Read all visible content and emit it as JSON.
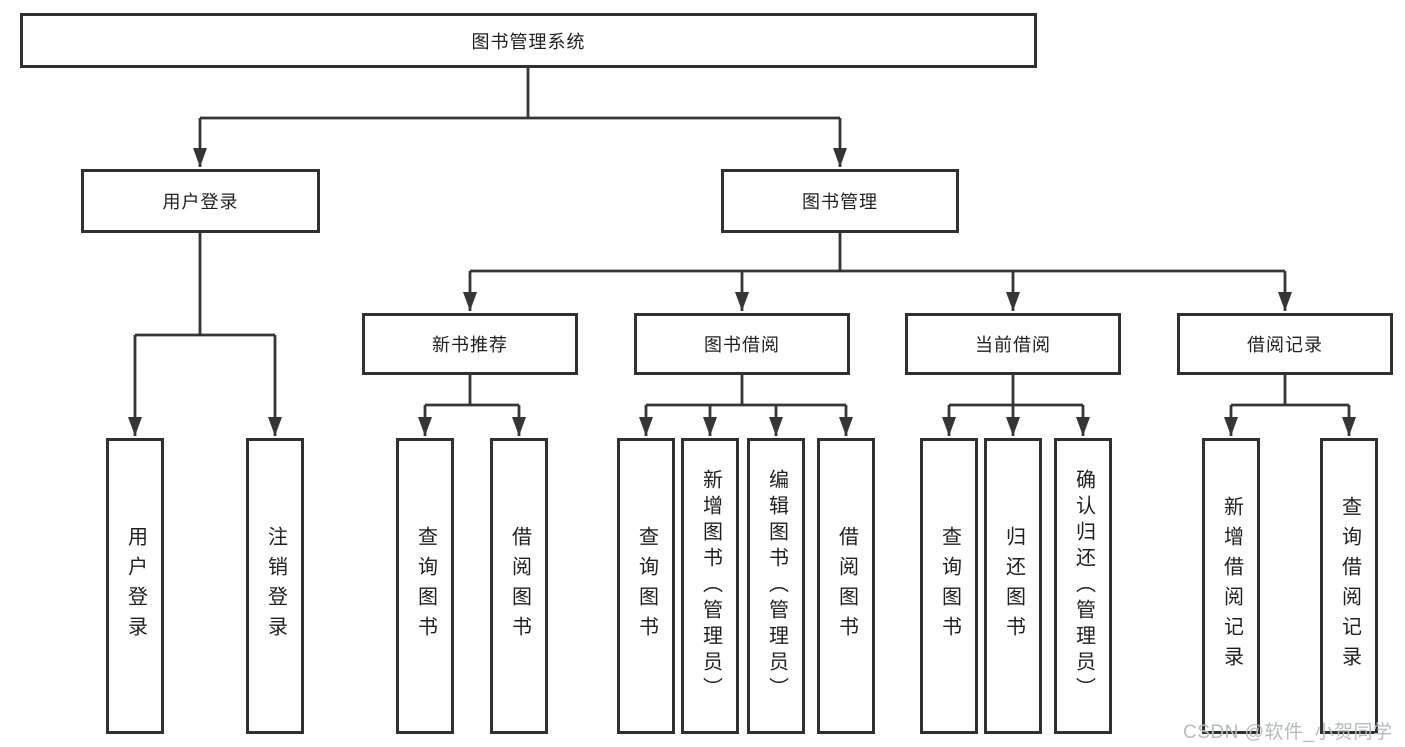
{
  "tree": {
    "label": "图书管理系统",
    "children": [
      {
        "label": "用户登录",
        "children": [
          {
            "label": "用户登录"
          },
          {
            "label": "注销登录"
          }
        ]
      },
      {
        "label": "图书管理",
        "children": [
          {
            "label": "新书推荐",
            "children": [
              {
                "label": "查询图书"
              },
              {
                "label": "借阅图书"
              }
            ]
          },
          {
            "label": "图书借阅",
            "children": [
              {
                "label": "查询图书"
              },
              {
                "label": "新增图书（管理员）"
              },
              {
                "label": "编辑图书（管理员）"
              },
              {
                "label": "借阅图书"
              }
            ]
          },
          {
            "label": "当前借阅",
            "children": [
              {
                "label": "查询图书"
              },
              {
                "label": "归还图书"
              },
              {
                "label": "确认归还（管理员）"
              }
            ]
          },
          {
            "label": "借阅记录",
            "children": [
              {
                "label": "新增借阅记录"
              },
              {
                "label": "查询借阅记录"
              }
            ]
          }
        ]
      }
    ]
  },
  "watermark": {
    "text": "CSDN @软件_小贺同学"
  },
  "colors": {
    "line": "#363636",
    "box_border": "#303030",
    "box_fill": "#ffffff",
    "text": "#1f1f1f",
    "watermark": "#b7bac0",
    "background": "#ffffff"
  }
}
